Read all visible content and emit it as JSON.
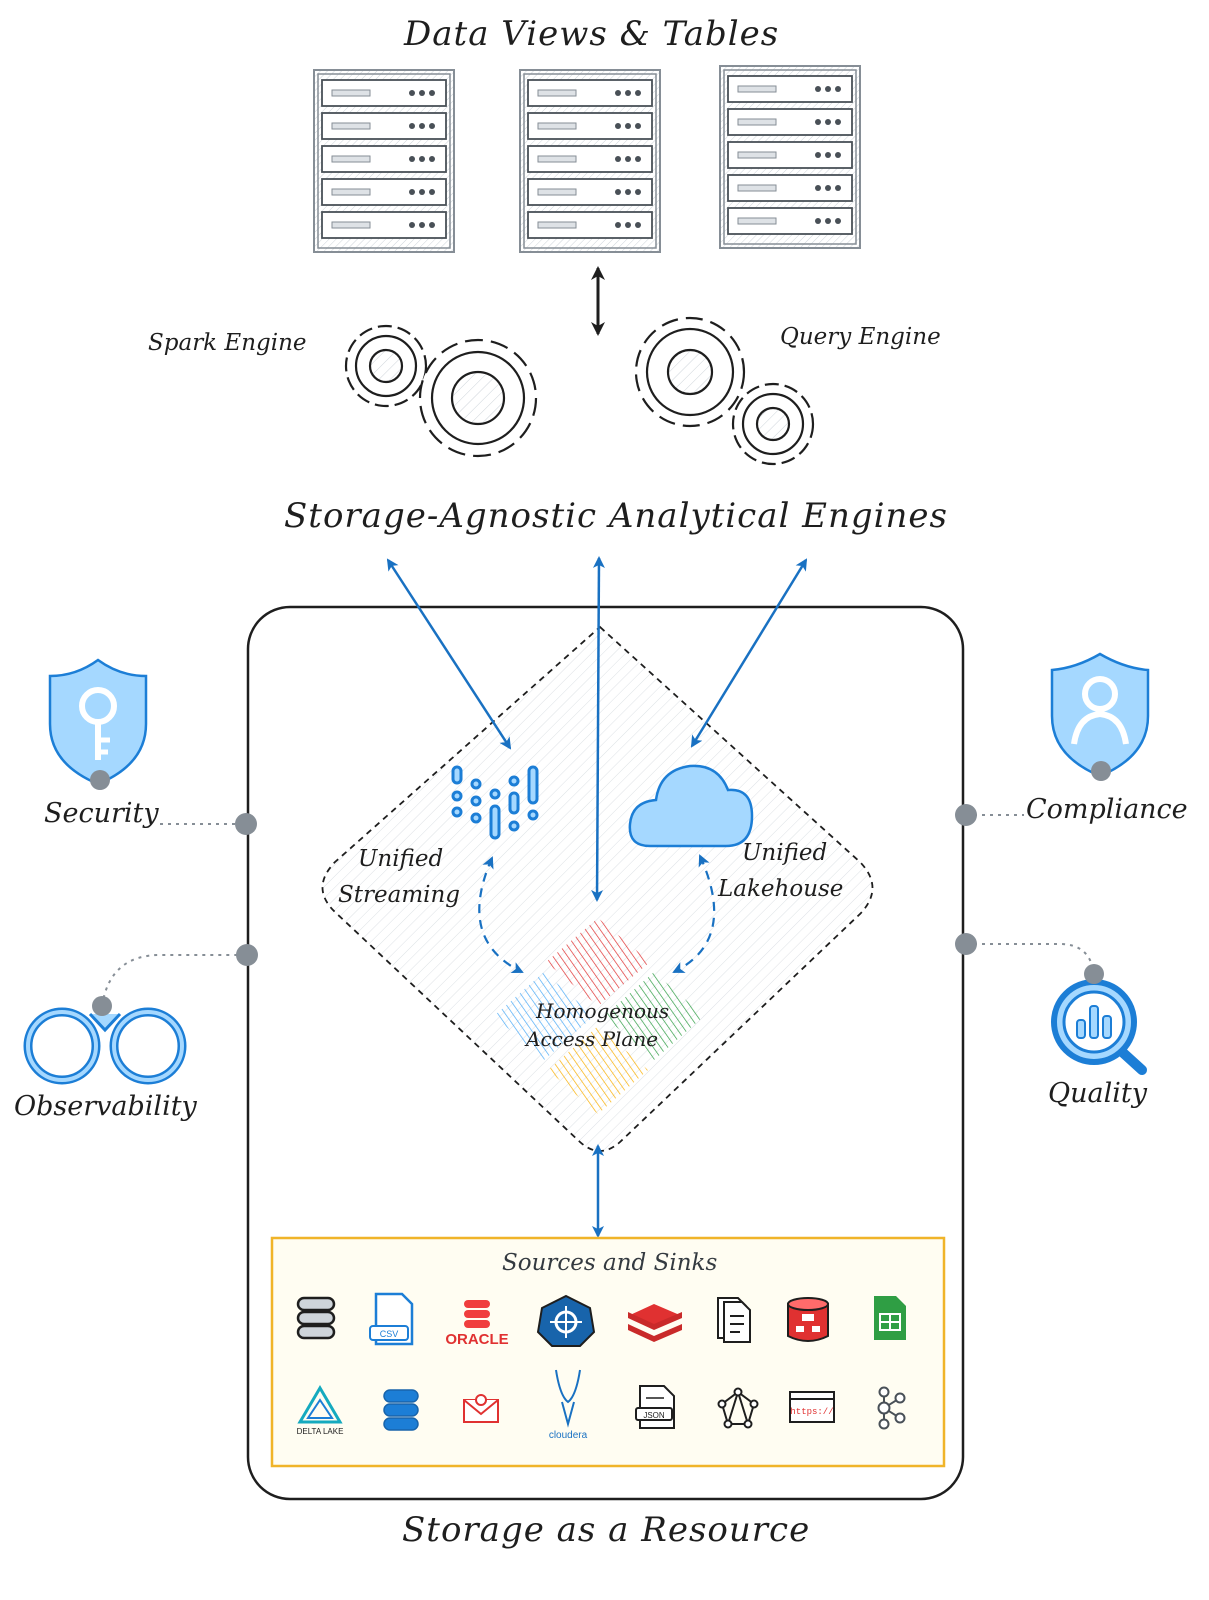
{
  "header": {
    "title": "Data Views & Tables"
  },
  "engines": {
    "spark_label": "Spark Engine",
    "query_label": "Query Engine",
    "section_title": "Storage-Agnostic Analytical Engines"
  },
  "storage": {
    "streaming_label_line1": "Unified",
    "streaming_label_line2": "Streaming",
    "lakehouse_label_line1": "Unified",
    "lakehouse_label_line2": "Lakehouse",
    "access_plane_line1": "Homogenous",
    "access_plane_line2": "Access Plane",
    "footer_title": "Storage as a Resource"
  },
  "governance": {
    "security": "Security",
    "observability": "Observability",
    "compliance": "Compliance",
    "quality": "Quality"
  },
  "sources": {
    "title": "Sources and Sinks",
    "csv_badge": "CSV",
    "oracle_text": "ORACLE",
    "delta_lake_text": "DELTA LAKE",
    "cloudera_text": "cloudera",
    "json_badge": "JSON",
    "https_text": "https://"
  },
  "colors": {
    "arrow_blue": "#1971c2",
    "icon_blue_fill": "#a5d8ff",
    "icon_blue_stroke": "#1c7ed6",
    "connector_gray": "#868e96",
    "sources_border": "#f0b429",
    "sources_bg": "#fffdf2",
    "plane_red": "#e03131",
    "plane_green": "#2f9e44",
    "plane_blue": "#1c7ed6",
    "plane_yellow": "#f59f00"
  }
}
